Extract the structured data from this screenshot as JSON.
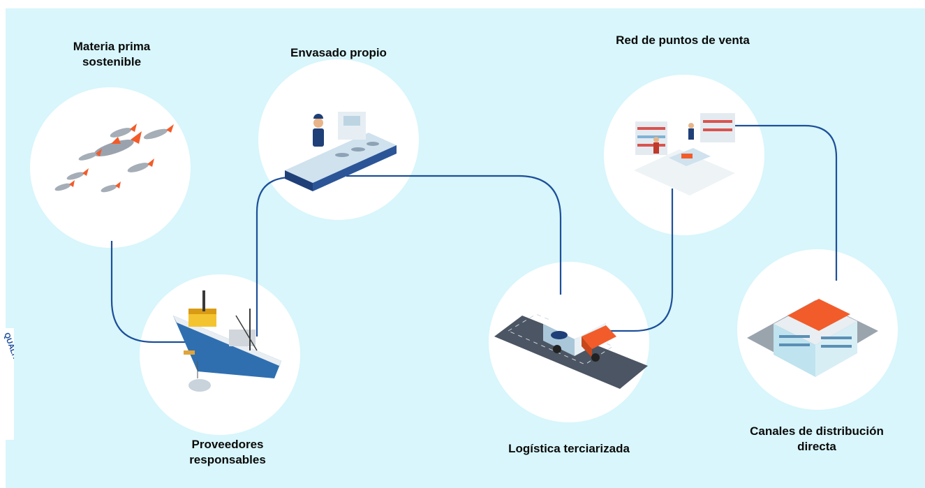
{
  "diagram": {
    "stages": [
      {
        "id": "materia_prima",
        "label": "Materia prima sostenible",
        "icon": "fish-school-icon"
      },
      {
        "id": "proveedores",
        "label": "Proveedores responsables",
        "icon": "fishing-boat-icon"
      },
      {
        "id": "envasado",
        "label": "Envasado propio",
        "icon": "packaging-line-icon"
      },
      {
        "id": "logistica",
        "label": "Logística terciarizada",
        "icon": "delivery-truck-icon"
      },
      {
        "id": "puntos_venta",
        "label": "Red de puntos de venta",
        "icon": "supermarket-icon"
      },
      {
        "id": "canales",
        "label": "Canales de distribución directa",
        "icon": "warehouse-icon"
      }
    ],
    "colors": {
      "background": "#d8f6fb",
      "circle": "#ffffff",
      "connector": "#1d4f9a",
      "accent": "#f25c2a"
    }
  },
  "seal": {
    "text": "QUALITY ASSURANCE"
  }
}
